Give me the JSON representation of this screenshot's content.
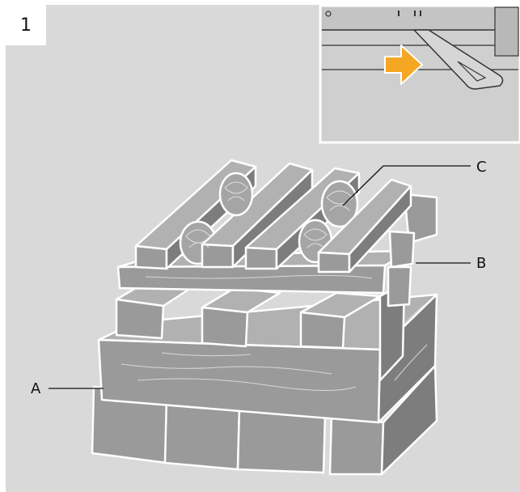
{
  "step": {
    "number": "1"
  },
  "labels": {
    "a": "A",
    "b": "B",
    "c": "C"
  },
  "colors": {
    "background": "#d9d9d9",
    "wood": "#9a9a9a",
    "wood_dark": "#7d7d7d",
    "wood_light": "#b1b1b1",
    "arrow": "#f5a623"
  },
  "icons": {
    "inset_arrow": "arrow-right-icon"
  }
}
